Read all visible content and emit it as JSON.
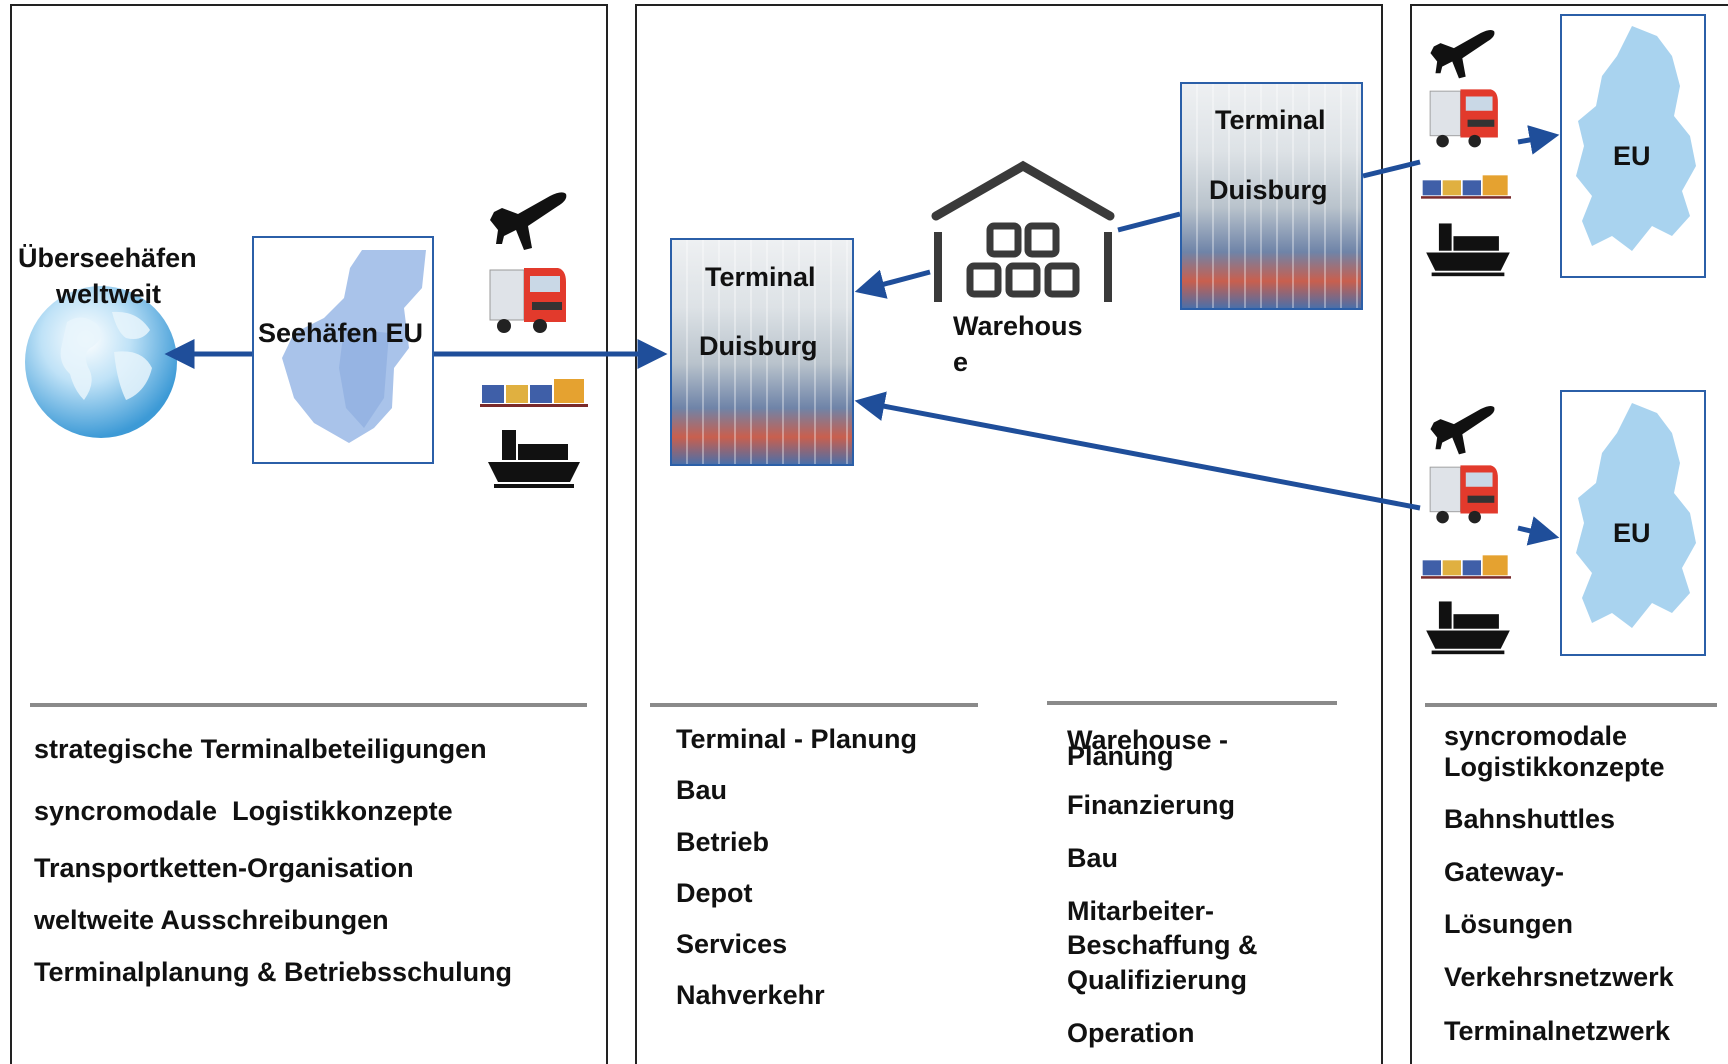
{
  "diagram": {
    "left": {
      "globe_label": "Überseehäfen weltweit",
      "globe_label_line1": "Überseehäfen",
      "globe_label_line2": "weltweit",
      "seaport_label": "Seehäfen EU",
      "items": [
        "strategische Terminalbeteiligungen",
        "syncromodale  Logistikkonzepte",
        "Transportketten-Organisation",
        "weltweite Ausschreibungen",
        "Terminalplanung & Betriebsschulung"
      ]
    },
    "middle": {
      "terminal_center": {
        "line1": "Terminal",
        "line2": "Duisburg"
      },
      "terminal_top": {
        "line1": "Terminal",
        "line2": "Duisburg"
      },
      "warehouse": {
        "line1": "Warehous",
        "line2": "e"
      },
      "terminal_items": [
        "Terminal - Planung",
        "Bau",
        "Betrieb",
        "Depot",
        "Services",
        "Nahverkehr"
      ],
      "warehouse_items": {
        "overlap_a": "Warehouse -",
        "overlap_b": "Planung",
        "rest": [
          "Finanzierung",
          "Bau",
          "Mitarbeiter-",
          "Beschaffung &",
          "Qualifizierung",
          "Operation"
        ]
      }
    },
    "right": {
      "eu_top": "EU",
      "eu_bottom": "EU",
      "items": [
        "syncromodale",
        "Logistikkonzepte",
        "Bahnshuttles",
        "Gateway-",
        "Lösungen",
        "Verkehrsnetzwerk",
        "Terminalnetzwerk"
      ]
    }
  },
  "colors": {
    "arrow": "#1f4e9a",
    "frame": "#2b5fa8",
    "eu_map": "#a9d3ef",
    "seaport_map": "#a9c3ea"
  },
  "icons": [
    "airplane-icon",
    "truck-icon",
    "train-icon",
    "ship-icon",
    "globe-icon",
    "warehouse-icon",
    "eu-map-icon"
  ]
}
